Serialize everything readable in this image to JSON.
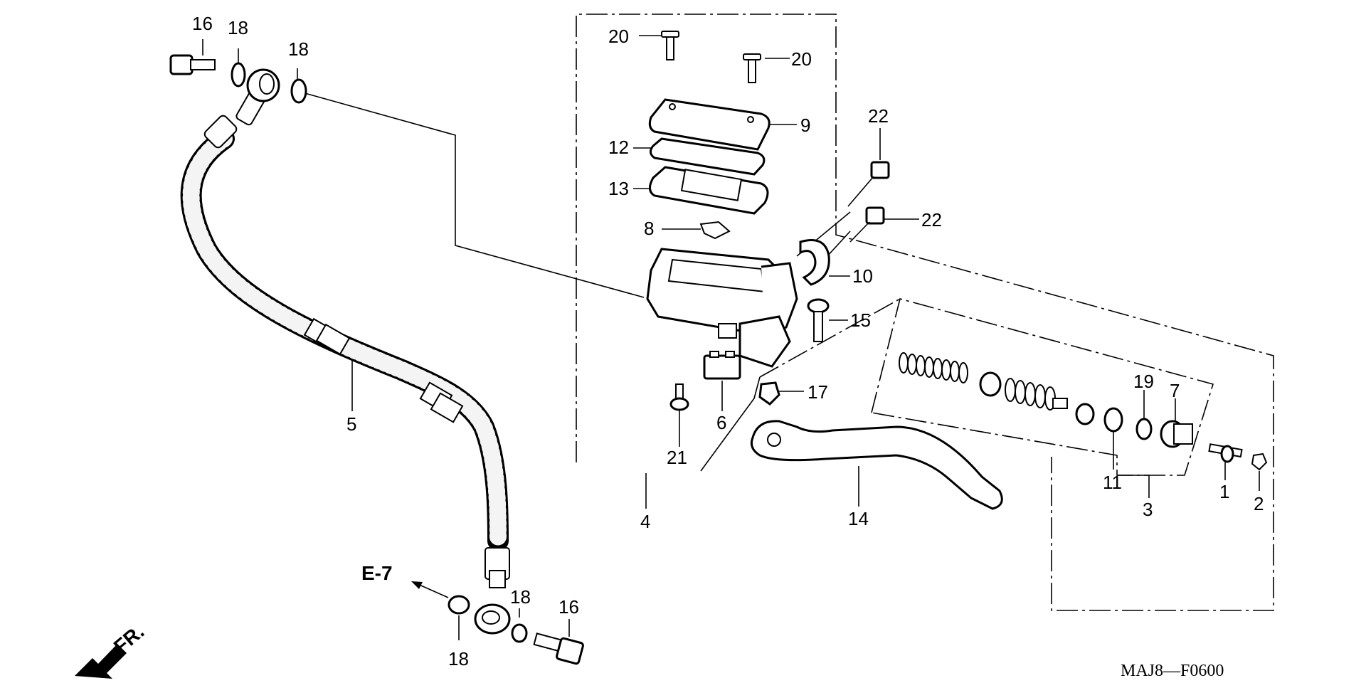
{
  "diagram": {
    "footer_code": "MAJ8—F0600",
    "reference_label": "E-7",
    "direction_label": "FR.",
    "callouts": {
      "bolt_16_top": "16",
      "washer_18_top_a": "18",
      "washer_18_top_b": "18",
      "hose": "5",
      "washer_18_bottom_a": "18",
      "washer_18_bottom_b": "18",
      "bolt_16_bottom": "16",
      "screw_20_a": "20",
      "screw_20_b": "20",
      "cap": "9",
      "plate": "12",
      "diaphragm": "13",
      "float": "8",
      "holder": "10",
      "bolt_22_a": "22",
      "bolt_22_b": "22",
      "pivot_bolt": "15",
      "nut": "17",
      "switch": "6",
      "screw_21": "21",
      "master_cylinder": "4",
      "lever": "14",
      "piston_set": "3",
      "boot": "11",
      "circlip": "19",
      "adjuster": "7",
      "push_rod": "1",
      "cap_nut": "2"
    }
  }
}
